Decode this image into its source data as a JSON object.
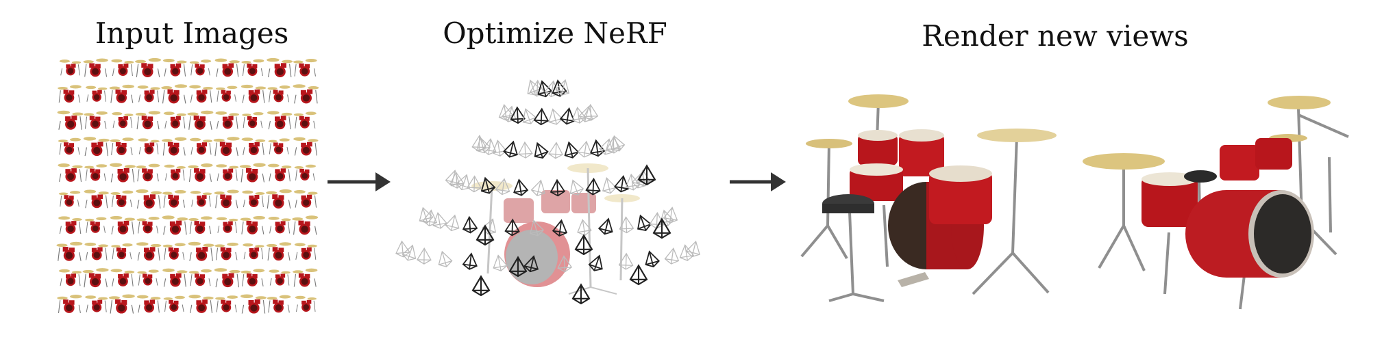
{
  "stages": {
    "input": {
      "title": "Input Images",
      "grid_rows": 10,
      "grid_cols": 10
    },
    "optimize": {
      "title": "Optimize NeRF"
    },
    "render": {
      "title": "Render new views"
    }
  },
  "colors": {
    "drum_red": "#b8161c",
    "cymbal_gold": "#d9c27a",
    "chrome": "#9a9a9a",
    "arrow": "#333333",
    "camera_dark": "#222222",
    "camera_light": "#bbbbbb"
  }
}
